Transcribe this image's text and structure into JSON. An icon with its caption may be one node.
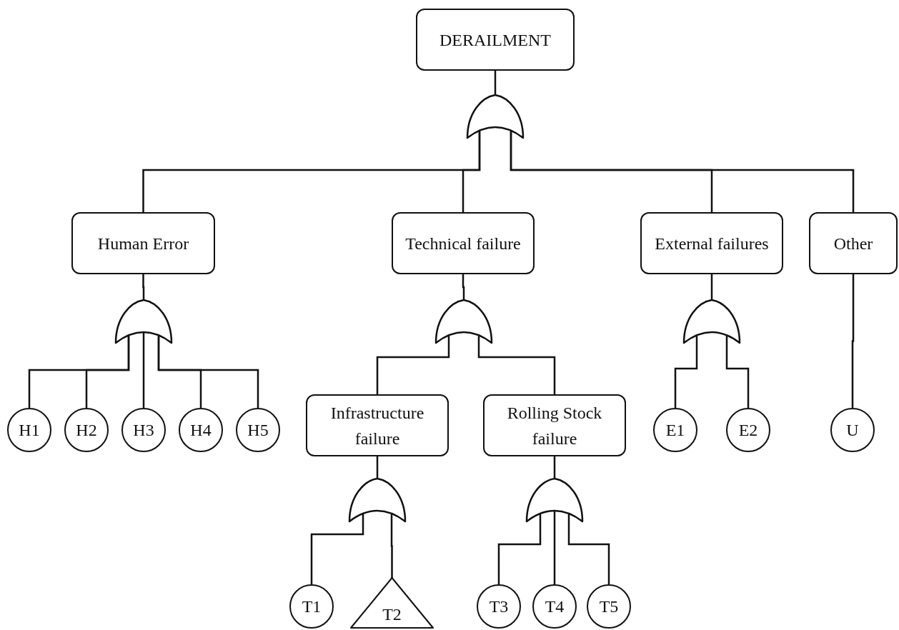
{
  "diagram": {
    "nodes": [
      {
        "text": [
          "DERAILMENT"
        ]
      },
      {
        "text": [],
        "shape": "gate"
      },
      {
        "text": [
          "Human Error"
        ]
      },
      {
        "text": [
          "Technical failure"
        ]
      },
      {
        "text": [
          "External failures"
        ]
      },
      {
        "text": [
          "Other"
        ]
      },
      {
        "text": [],
        "shape": "gate"
      },
      {
        "text": [],
        "shape": "gate"
      },
      {
        "text": [],
        "shape": "gate"
      },
      {
        "text": [
          "Infrastructure failure"
        ]
      },
      {
        "text": [
          "Rolling Stock failure"
        ]
      },
      {
        "text": [
          "H1"
        ]
      },
      {
        "text": [
          "H2"
        ]
      },
      {
        "text": [
          "H3"
        ]
      },
      {
        "text": [
          "H4"
        ]
      },
      {
        "text": [
          "H5"
        ]
      },
      {
        "text": [
          "E1"
        ]
      },
      {
        "text": [
          "E2"
        ]
      },
      {
        "text": [
          "U"
        ]
      },
      {
        "text": [],
        "shape": "gate"
      },
      {
        "text": [],
        "shape": "gate"
      },
      {
        "text": [
          "T1"
        ]
      },
      {
        "text": [
          "T2"
        ]
      },
      {
        "text": [
          "T3"
        ]
      },
      {
        "text": [
          "T4"
        ]
      },
      {
        "text": [
          "T5"
        ]
      }
    ],
    "edges": [
      {
        "from": 0,
        "to": 1,
        "arrow": "none"
      },
      {
        "from": 1,
        "to": 2,
        "arrow": "none"
      },
      {
        "from": 1,
        "to": 3,
        "arrow": "none"
      },
      {
        "from": 1,
        "to": 4,
        "arrow": "none"
      },
      {
        "from": 1,
        "to": 5,
        "arrow": "none"
      },
      {
        "from": 2,
        "to": 6,
        "arrow": "none"
      },
      {
        "from": 3,
        "to": 7,
        "arrow": "none"
      },
      {
        "from": 4,
        "to": 8,
        "arrow": "none"
      },
      {
        "from": 5,
        "to": 18,
        "arrow": "none"
      },
      {
        "from": 6,
        "to": 11,
        "arrow": "none"
      },
      {
        "from": 6,
        "to": 12,
        "arrow": "none"
      },
      {
        "from": 6,
        "to": 13,
        "arrow": "none"
      },
      {
        "from": 6,
        "to": 14,
        "arrow": "none"
      },
      {
        "from": 6,
        "to": 15,
        "arrow": "none"
      },
      {
        "from": 7,
        "to": 9,
        "arrow": "none"
      },
      {
        "from": 7,
        "to": 10,
        "arrow": "none"
      },
      {
        "from": 8,
        "to": 16,
        "arrow": "none"
      },
      {
        "from": 8,
        "to": 17,
        "arrow": "none"
      },
      {
        "from": 9,
        "to": 19,
        "arrow": "none"
      },
      {
        "from": 10,
        "to": 20,
        "arrow": "none"
      },
      {
        "from": 19,
        "to": 21,
        "arrow": "none"
      },
      {
        "from": 19,
        "to": 22,
        "arrow": "none"
      },
      {
        "from": 20,
        "to": 23,
        "arrow": "none"
      },
      {
        "from": 20,
        "to": 24,
        "arrow": "none"
      },
      {
        "from": 20,
        "to": 25,
        "arrow": "none"
      }
    ]
  }
}
